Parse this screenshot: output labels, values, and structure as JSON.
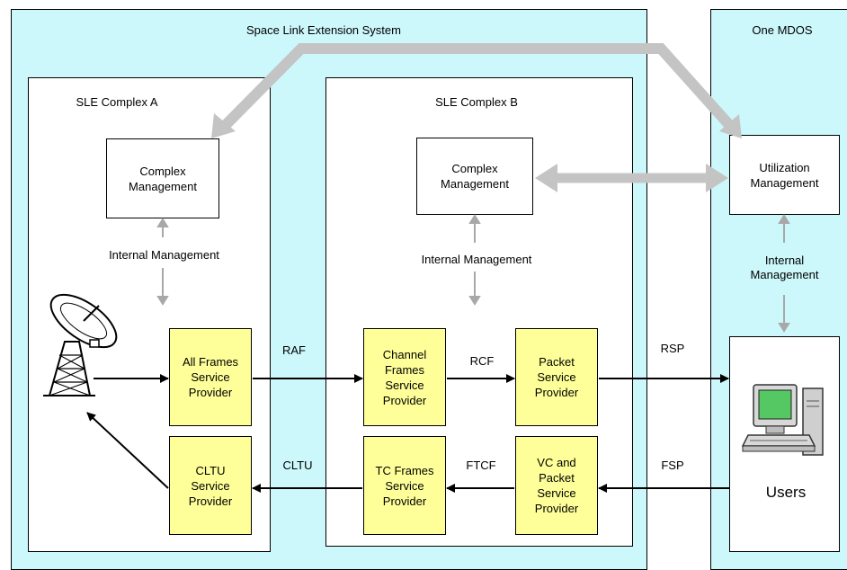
{
  "sle_system": {
    "title": "Space Link Extension System"
  },
  "mdos": {
    "title": "One MDOS"
  },
  "complex_a": {
    "title": "SLE Complex A",
    "management": "Complex\nManagement",
    "internal": "Internal Management",
    "all_frames": "All Frames\nService\nProvider",
    "cltu": "CLTU\nService\nProvider"
  },
  "complex_b": {
    "title": "SLE Complex B",
    "management": "Complex\nManagement",
    "internal": "Internal Management",
    "channel_frames": "Channel\nFrames\nService\nProvider",
    "packet": "Packet\nService\nProvider",
    "tc_frames": "TC Frames\nService\nProvider",
    "vc_packet": "VC and\nPacket\nService\nProvider"
  },
  "mdos_parts": {
    "utilization": "Utilization\nManagement",
    "internal": "Internal\nManagement",
    "users": "Users"
  },
  "links": {
    "raf": "RAF",
    "rcf": "RCF",
    "rsp": "RSP",
    "cltu": "CLTU",
    "ftcf": "FTCF",
    "fsp": "FSP"
  },
  "icons": {
    "antenna": "satellite-dish-icon",
    "computer": "computer-workstation-icon"
  },
  "colors": {
    "region": "#ccf7fb",
    "provider": "#ffff99",
    "mgmt_arrow": "#bdbdbd"
  }
}
